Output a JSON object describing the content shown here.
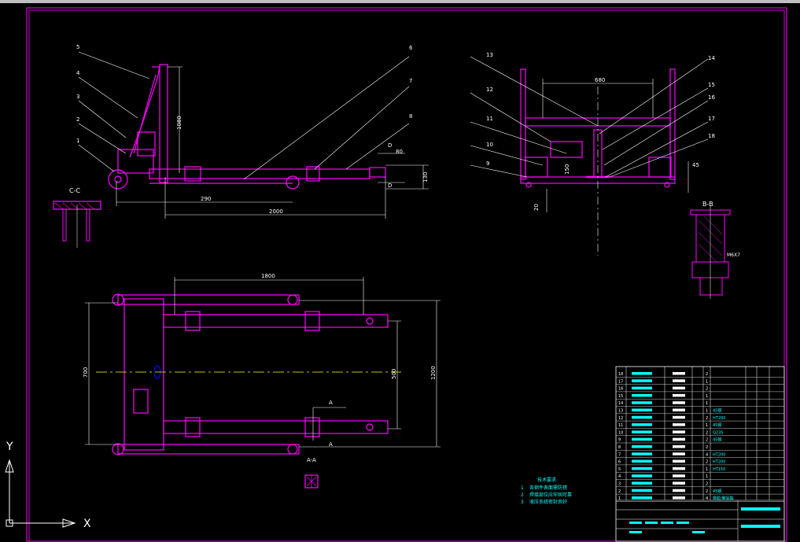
{
  "colors": {
    "background": "#000000",
    "part": "#ff00ff",
    "dim": "#ffffff",
    "text_cyan": "#00ffff",
    "highlight_yellow": "#ffff00",
    "center_line": "#ffff00",
    "ucs_icon": "#ffffff"
  },
  "side_view": {
    "part_labels": [
      "5",
      "4",
      "3",
      "2",
      "1",
      "6",
      "7",
      "8"
    ],
    "dim_total_length": "2000",
    "dim_front_length": "290",
    "dim_height": "1080",
    "dim_fork_height": "130",
    "dim_fork_tip": "80",
    "section_mark": "D"
  },
  "front_view": {
    "part_labels": [
      "13",
      "12",
      "11",
      "10",
      "9",
      "14",
      "15",
      "16",
      "17",
      "18"
    ],
    "dim_width": "680",
    "dim_clearance": "20",
    "dim_center": "150",
    "dim_side": "45"
  },
  "plan_view": {
    "dim_fork_length": "1800",
    "dim_outer_width": "700",
    "dim_inner_width": "500",
    "dim_total_width": "1200",
    "section_mark": "A"
  },
  "section_views": {
    "cc_label": "C-C",
    "bb_label": "B-B",
    "aa_label": "A-A",
    "bb_note": "M6X7"
  },
  "notes": {
    "title": "技术要求",
    "items": [
      {
        "num": "1",
        "text": "各钢件表面需防锈"
      },
      {
        "num": "2",
        "text": "焊接部位应牢固可靠"
      },
      {
        "num": "3",
        "text": "液压系统密封良好"
      }
    ]
  },
  "bom": {
    "rows": [
      {
        "no": "18",
        "qty": "2",
        "material": ""
      },
      {
        "no": "17",
        "qty": "1",
        "material": ""
      },
      {
        "no": "16",
        "qty": "2",
        "material": ""
      },
      {
        "no": "15",
        "qty": "1",
        "material": ""
      },
      {
        "no": "14",
        "qty": "1",
        "material": ""
      },
      {
        "no": "13",
        "qty": "1",
        "material": "45钢"
      },
      {
        "no": "12",
        "qty": "2",
        "material": "HT200"
      },
      {
        "no": "11",
        "qty": "1",
        "material": "45钢"
      },
      {
        "no": "10",
        "qty": "2",
        "material": "Q235"
      },
      {
        "no": "9",
        "qty": "2",
        "material": "45钢"
      },
      {
        "no": "8",
        "qty": "2",
        "material": ""
      },
      {
        "no": "7",
        "qty": "4",
        "material": "HT200"
      },
      {
        "no": "6",
        "qty": "2",
        "material": "HT200"
      },
      {
        "no": "5",
        "qty": "1",
        "material": "HT150"
      },
      {
        "no": "4",
        "qty": "1",
        "material": ""
      },
      {
        "no": "3",
        "qty": "2",
        "material": ""
      },
      {
        "no": "2",
        "qty": "2",
        "material": "45钢"
      },
      {
        "no": "1",
        "qty": "4",
        "material": "橡胶/聚氨酯"
      }
    ]
  },
  "ucs": {
    "x_label": "X",
    "y_label": "Y"
  }
}
